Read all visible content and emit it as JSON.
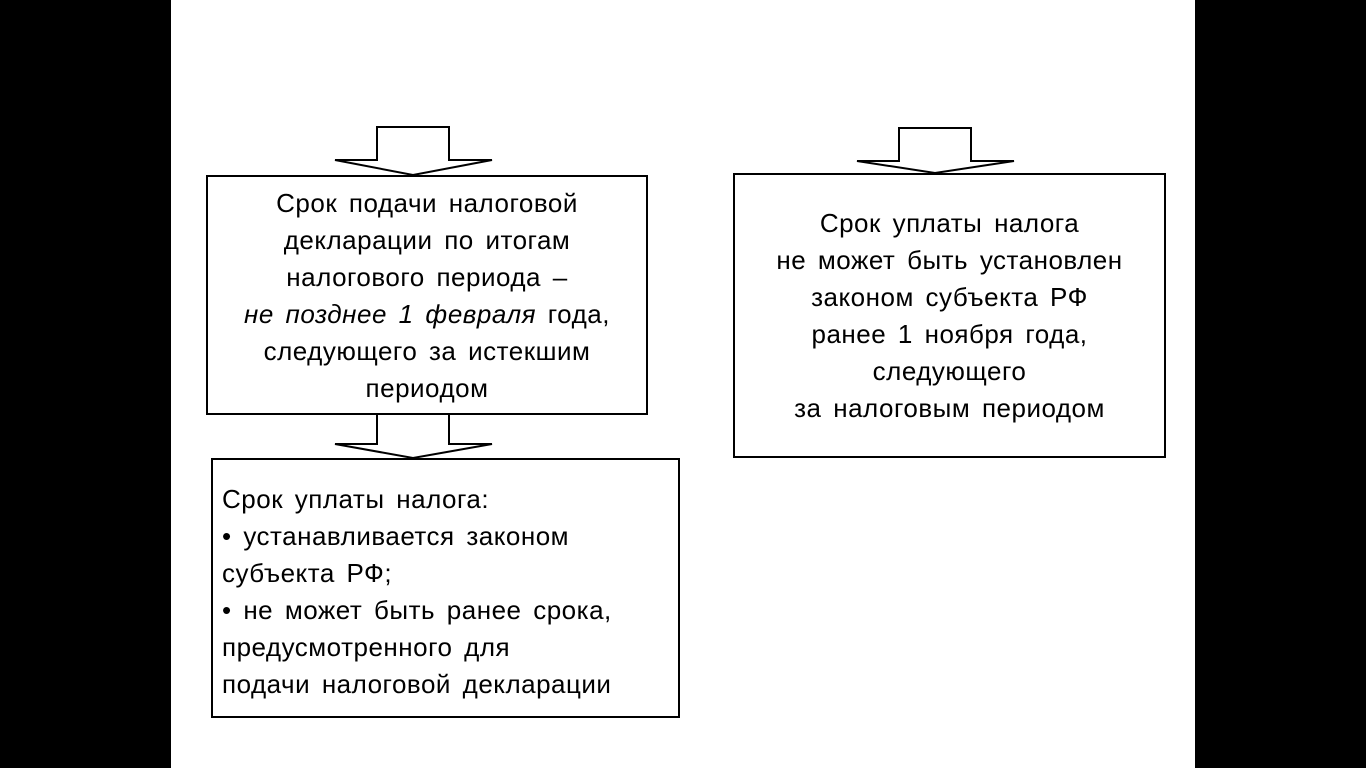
{
  "colors": {
    "background": "#000000",
    "slide": "#ffffff",
    "stroke": "#000000"
  },
  "box_declaration": {
    "line1": "Срок подачи налоговой",
    "line2": "декларации по итогам",
    "line3": "налогового периода –",
    "line4_italic": "не позднее 1 февраля",
    "line4_rest": " года,",
    "line5": "следующего за истекшим",
    "line6": "периодом"
  },
  "box_payment": {
    "line1": "Срок уплаты налога:",
    "line2": "• устанавливается законом",
    "line3": "субъекта РФ;",
    "line4": "• не может быть ранее срока,",
    "line5": "предусмотренного для",
    "line6": "подачи налоговой декларации"
  },
  "box_limit": {
    "line1": "Срок уплаты налога",
    "line2": "не может быть установлен",
    "line3": "законом субъекта РФ",
    "line4": "ранее 1 ноября года,",
    "line5": "следующего",
    "line6": "за налоговым периодом"
  },
  "arrows": [
    {
      "name": "arrow-into-declaration",
      "direction": "down"
    },
    {
      "name": "arrow-declaration-to-payment",
      "direction": "down"
    },
    {
      "name": "arrow-into-limit",
      "direction": "down"
    }
  ]
}
